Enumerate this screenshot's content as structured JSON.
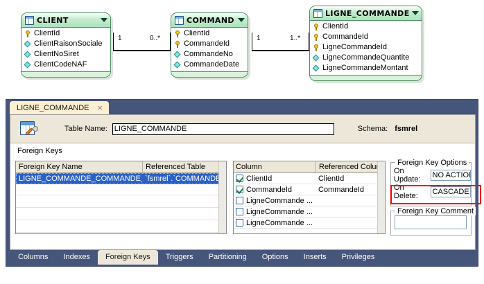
{
  "diagram": {
    "entities": [
      {
        "name": "CLIENT",
        "icon": "table-icon",
        "fields": [
          {
            "name": "ClientId",
            "icon": "primary-key-icon"
          },
          {
            "name": "ClientRaisonSociale",
            "icon": "column-icon"
          },
          {
            "name": "ClientNoSiret",
            "icon": "column-icon"
          },
          {
            "name": "ClientCodeNAF",
            "icon": "column-icon"
          }
        ]
      },
      {
        "name": "COMMANDE",
        "icon": "table-icon",
        "fields": [
          {
            "name": "ClientId",
            "icon": "primary-key-icon"
          },
          {
            "name": "CommandeId",
            "icon": "primary-key-icon"
          },
          {
            "name": "CommandeNo",
            "icon": "column-icon"
          },
          {
            "name": "CommandeDate",
            "icon": "column-icon"
          }
        ]
      },
      {
        "name": "LIGNE_COMMANDE",
        "icon": "table-icon",
        "fields": [
          {
            "name": "ClientId",
            "icon": "primary-key-icon"
          },
          {
            "name": "CommandeId",
            "icon": "primary-key-icon"
          },
          {
            "name": "LigneCommandeId",
            "icon": "primary-key-icon"
          },
          {
            "name": "LigneCommandeQuantite",
            "icon": "column-icon"
          },
          {
            "name": "LigneCommandeMontant",
            "icon": "column-icon"
          }
        ]
      }
    ],
    "relationships": [
      {
        "left_cardinality": "1",
        "right_cardinality": "0..*"
      },
      {
        "left_cardinality": "1",
        "right_cardinality": "1..*"
      }
    ]
  },
  "editor": {
    "document_tab": {
      "label": "LIGNE_COMMANDE",
      "close": "×"
    },
    "toolbar": {
      "icon": "table-editor-icon",
      "table_name_label": "Table Name:",
      "table_name_value": "LIGNE_COMMANDE",
      "schema_label": "Schema:",
      "schema_value": "fsmrel"
    },
    "section_title": "Foreign Keys",
    "fk_list": {
      "headers": [
        "Foreign Key Name",
        "Referenced Table"
      ],
      "rows": [
        {
          "name": "LIGNE_COMMANDE_COMMANDE_FK",
          "referenced_table": "`fsmrel`.`COMMANDE`",
          "selected": true
        }
      ]
    },
    "columns_list": {
      "headers": [
        "Column",
        "Referenced Column"
      ],
      "rows": [
        {
          "checked": true,
          "column": "ClientId",
          "referenced_column": "ClientId"
        },
        {
          "checked": true,
          "column": "CommandeId",
          "referenced_column": "CommandeId"
        },
        {
          "checked": false,
          "column": "LigneCommande ...",
          "referenced_column": ""
        },
        {
          "checked": false,
          "column": "LigneCommande ...",
          "referenced_column": ""
        },
        {
          "checked": false,
          "column": "LigneCommande ...",
          "referenced_column": ""
        }
      ]
    },
    "fk_options": {
      "group_title": "Foreign Key Options",
      "on_update_label": "On Update:",
      "on_update_value": "NO ACTION",
      "on_delete_label": "On Delete:",
      "on_delete_value": "CASCADE",
      "highlight_color": "#ee0000",
      "comment_group_title": "Foreign Key Comment",
      "comment_value": ""
    },
    "bottom_tabs": [
      {
        "label": "Columns",
        "active": false
      },
      {
        "label": "Indexes",
        "active": false
      },
      {
        "label": "Foreign Keys",
        "active": true
      },
      {
        "label": "Triggers",
        "active": false
      },
      {
        "label": "Partitioning",
        "active": false
      },
      {
        "label": "Options",
        "active": false
      },
      {
        "label": "Inserts",
        "active": false
      },
      {
        "label": "Privileges",
        "active": false
      }
    ]
  }
}
